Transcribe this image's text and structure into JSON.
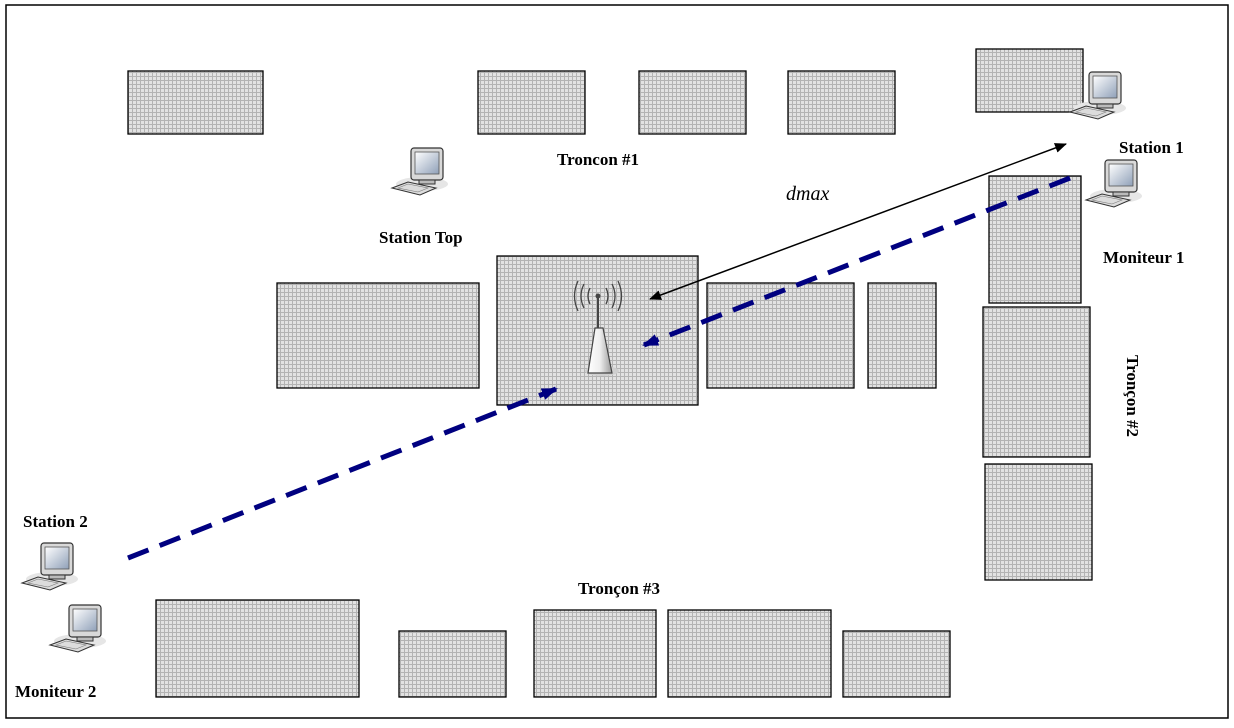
{
  "labels": {
    "troncon1": "Troncon  #1",
    "troncon2": "Tronçon #2",
    "troncon3": "Tronçon #3",
    "station1": "Station 1",
    "moniteur1": "Moniteur 1",
    "station_top": "Station Top",
    "station2": "Station 2",
    "moniteur2": "Moniteur  2",
    "dmax": "dmax"
  },
  "icons": {
    "computer": "desktop-computer-icon",
    "access_point": "wireless-access-point-icon"
  },
  "colors": {
    "link_dashed": "#000080",
    "block_fill": "#d8d8d8",
    "block_border": "#000000",
    "distance_arrow": "#000000"
  }
}
